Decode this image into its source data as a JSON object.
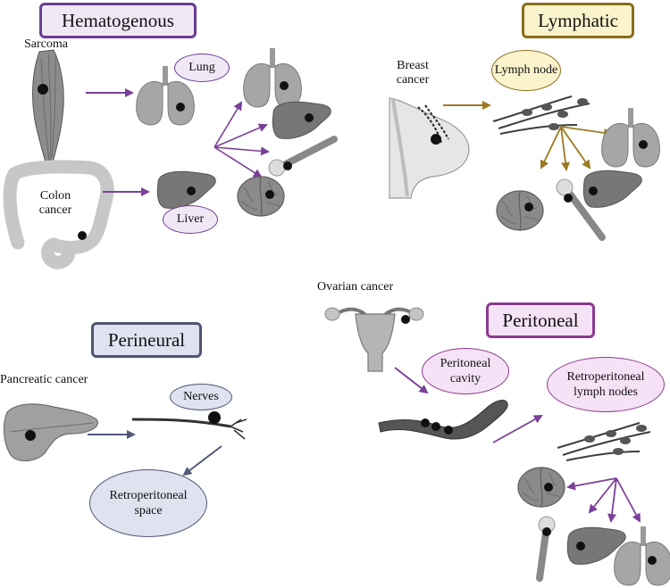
{
  "colors": {
    "hematogenous": "#6b3d91",
    "hematogenous_fill": "#f1e8f6",
    "lymphatic": "#8a6d1c",
    "lymphatic_fill": "#faf3cc",
    "perineural": "#4e5672",
    "perineural_fill": "#dfe2ef",
    "peritoneal": "#8a3a8f",
    "peritoneal_fill": "#f6e2f6",
    "arrow_purple": "#7a4098",
    "arrow_gold": "#9c7a22",
    "arrow_slate": "#525a78"
  },
  "panels": {
    "hematogenous": {
      "title": "Hematogenous",
      "sources": [
        "Sarcoma",
        "Colon cancer"
      ],
      "bubbles": [
        "Lung",
        "Liver"
      ]
    },
    "lymphatic": {
      "title": "Lymphatic",
      "source": "Breast cancer",
      "bubble": "Lymph node"
    },
    "perineural": {
      "title": "Perineural",
      "source": "Pancreatic cancer",
      "bubbles": [
        "Nerves",
        "Retroperitoneal space"
      ]
    },
    "peritoneal": {
      "title": "Peritoneal",
      "source": "Ovarian cancer",
      "bubbles": [
        "Peritoneal cavity",
        "Retroperitoneal lymph nodes"
      ]
    }
  },
  "icons": [
    "muscle-icon",
    "colon-icon",
    "lung-icon",
    "liver-icon",
    "brain-icon",
    "bone-icon",
    "breast-icon",
    "lymph-vessel-icon",
    "pancreas-icon",
    "nerve-icon",
    "uterus-icon",
    "peritoneum-icon"
  ]
}
